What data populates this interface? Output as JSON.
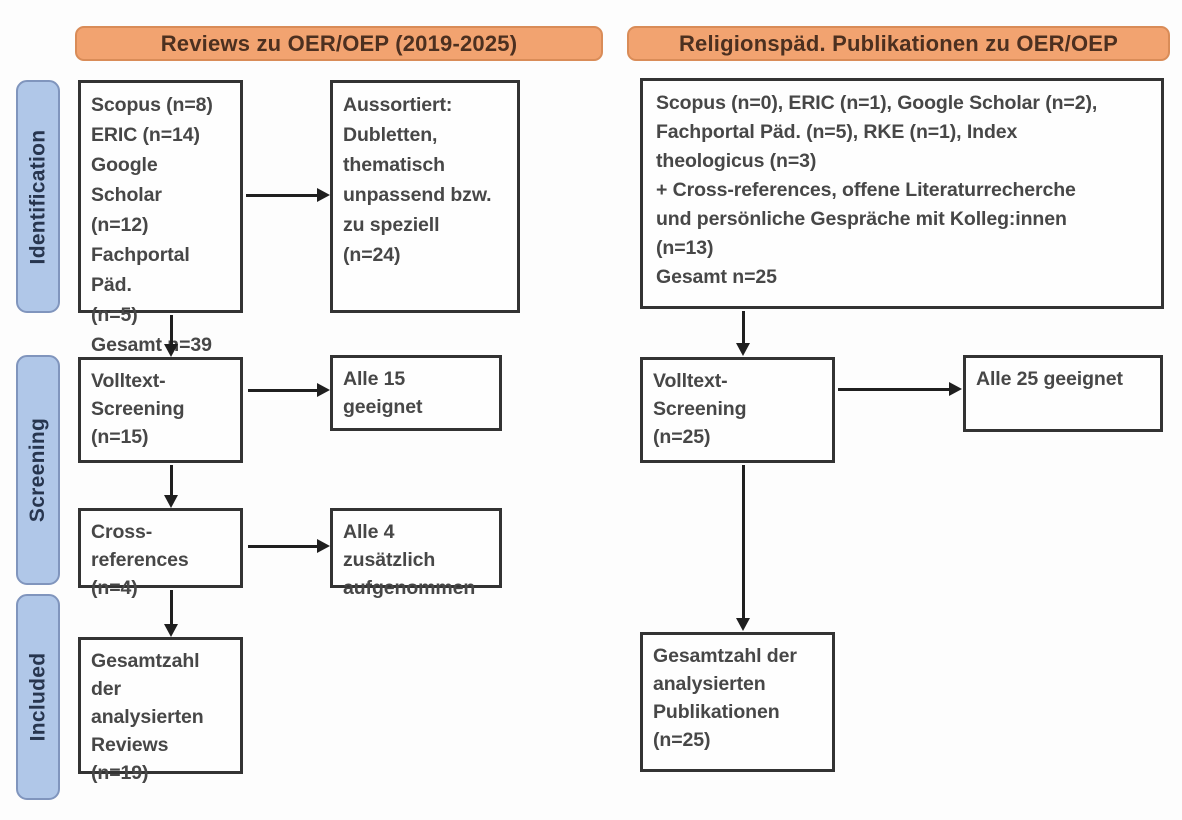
{
  "headers": {
    "left": "Reviews zu OER/OEP (2019-2025)",
    "right": "Religionspäd. Publikationen zu OER/OEP"
  },
  "phases": {
    "identification": "Identification",
    "screening": "Screening",
    "included": "Included"
  },
  "reviews_column": {
    "sources": "Scopus (n=8)\nERIC (n=14)\nGoogle Scholar\n(n=12)\nFachportal Päd.\n(n=5)\nGesamt n=39",
    "excluded": "Aussortiert:\nDubletten,\nthematisch\nunpassend bzw.\nzu speziell\n(n=24)",
    "fulltext_screening": "Volltext-\nScreening\n(n=15)",
    "fulltext_result": "Alle 15 geeignet",
    "cross_references": "Cross-references\n(n=4)",
    "cross_references_result": "Alle 4 zusätzlich\naufgenommen",
    "included_total": "Gesamtzahl der\nanalysierten\nReviews\n(n=19)"
  },
  "relpaed_column": {
    "sources": "Scopus (n=0), ERIC (n=1), Google Scholar (n=2),\nFachportal Päd. (n=5), RKE (n=1), Index\ntheologicus (n=3)\n+ Cross-references, offene Literaturrecherche\nund persönliche Gespräche mit Kolleg:innen\n(n=13)\nGesamt n=25",
    "fulltext_screening": "Volltext-\nScreening\n(n=25)",
    "fulltext_result": "Alle 25 geeignet",
    "included_total": "Gesamtzahl der\nanalysierten\nPublikationen\n(n=25)"
  },
  "colors": {
    "orange_fill": "#f2a370",
    "orange_border": "#d98c58",
    "blue_fill": "#b0c7e8",
    "blue_border": "#8095bd",
    "box_border": "#333333",
    "arrow": "#1f1f1f",
    "text": "#474747"
  }
}
